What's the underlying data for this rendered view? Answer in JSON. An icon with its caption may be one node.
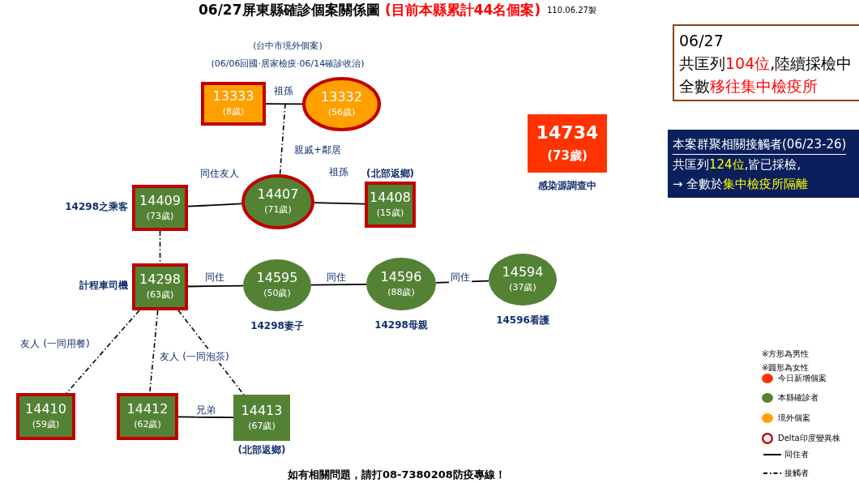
{
  "diagram": {
    "title": "06/27屏東縣確診個案關係圖",
    "nodes": [
      {
        "text": [
          "13333",
          "(8歲)"
        ]
      },
      {
        "text": [
          "13332",
          "(56歲)"
        ]
      },
      {
        "text": [
          "14407",
          "(71歲)"
        ]
      },
      {
        "text": [
          "14409",
          "(73歲)"
        ],
        "beside": [
          "14298之乘客"
        ]
      },
      {
        "text": [
          "14408",
          "(15歲)"
        ],
        "beside": [
          "(北部返鄉)"
        ]
      },
      {
        "text": [
          "14298",
          "(63歲)"
        ],
        "beside": [
          "計程車司機"
        ]
      },
      {
        "text": [
          "14595",
          "(50歲)"
        ],
        "beside": [
          "14298妻子"
        ]
      },
      {
        "text": [
          "14596",
          "(88歲)"
        ],
        "beside": [
          "14298母親"
        ]
      },
      {
        "text": [
          "14594",
          "(37歲)"
        ],
        "beside": [
          "14596看護"
        ]
      },
      {
        "text": [
          "14410",
          "(59歲)"
        ]
      },
      {
        "text": [
          "14412",
          "(62歲)"
        ]
      },
      {
        "text": [
          "14413",
          "(67歲)"
        ],
        "beside": [
          "(北部返鄉)"
        ]
      },
      {
        "text": [
          "14734",
          "(73歲)"
        ],
        "beside": [
          "感染源調查中"
        ]
      },
      {
        "text": [
          "06/27",
          "共匡列**104位**,陸續採檢中",
          "全數**移往集中檢疫所**"
        ]
      },
      {
        "text": [
          "本案群聚相關接觸者(06/23-26)",
          "共匡列**124位**,皆已採檢,",
          "→ 全數於**集中檢疫所隔離**"
        ]
      }
    ],
    "edges": [
      {
        "from": 0,
        "to": 1,
        "arrow": "none",
        "label": "祖孫"
      },
      {
        "from": null,
        "to": 2,
        "arrow": "none",
        "style": "dashed",
        "label": "親戚+鄰居"
      },
      {
        "from": 3,
        "to": 2,
        "arrow": "none",
        "label": "同住友人"
      },
      {
        "from": 2,
        "to": 4,
        "arrow": "none",
        "label": "祖孫"
      },
      {
        "from": 3,
        "to": 5,
        "arrow": "none",
        "style": "dashed"
      },
      {
        "from": 5,
        "to": 6,
        "arrow": "none",
        "label": "同住"
      },
      {
        "from": 6,
        "to": 7,
        "arrow": "none",
        "label": "同住"
      },
      {
        "from": 7,
        "to": 8,
        "arrow": "none",
        "label": "同住"
      },
      {
        "from": 5,
        "to": 9,
        "arrow": "none",
        "style": "dashed",
        "label": "友人 (一同用餐)"
      },
      {
        "from": 5,
        "to": 10,
        "arrow": "none",
        "style": "dashed"
      },
      {
        "from": 5,
        "to": 11,
        "arrow": "none",
        "style": "dashed",
        "label": "友人 (一同泡茶)"
      },
      {
        "from": 10,
        "to": 11,
        "arrow": "none",
        "label": "兄弟"
      }
    ],
    "labels": [
      "(目前本縣累計44名個案)",
      "110.06.27製",
      "(台中市境外個案)",
      "(06/06回國·居家檢疫·06/14確診收治)",
      "※方形為男性",
      "※圓形為女性",
      "如有相關問題，請打08-7380208防疫專線！"
    ],
    "legend": [
      {
        "text": "今日新增個案",
        "color": "#ff3300"
      },
      {
        "text": "本縣確診者",
        "color": "#548235"
      },
      {
        "text": "境外個案",
        "color": "#ffa000"
      },
      {
        "text": "Delta印度變異株"
      },
      {
        "text": "同住者"
      },
      {
        "text": "接觸者"
      }
    ]
  }
}
